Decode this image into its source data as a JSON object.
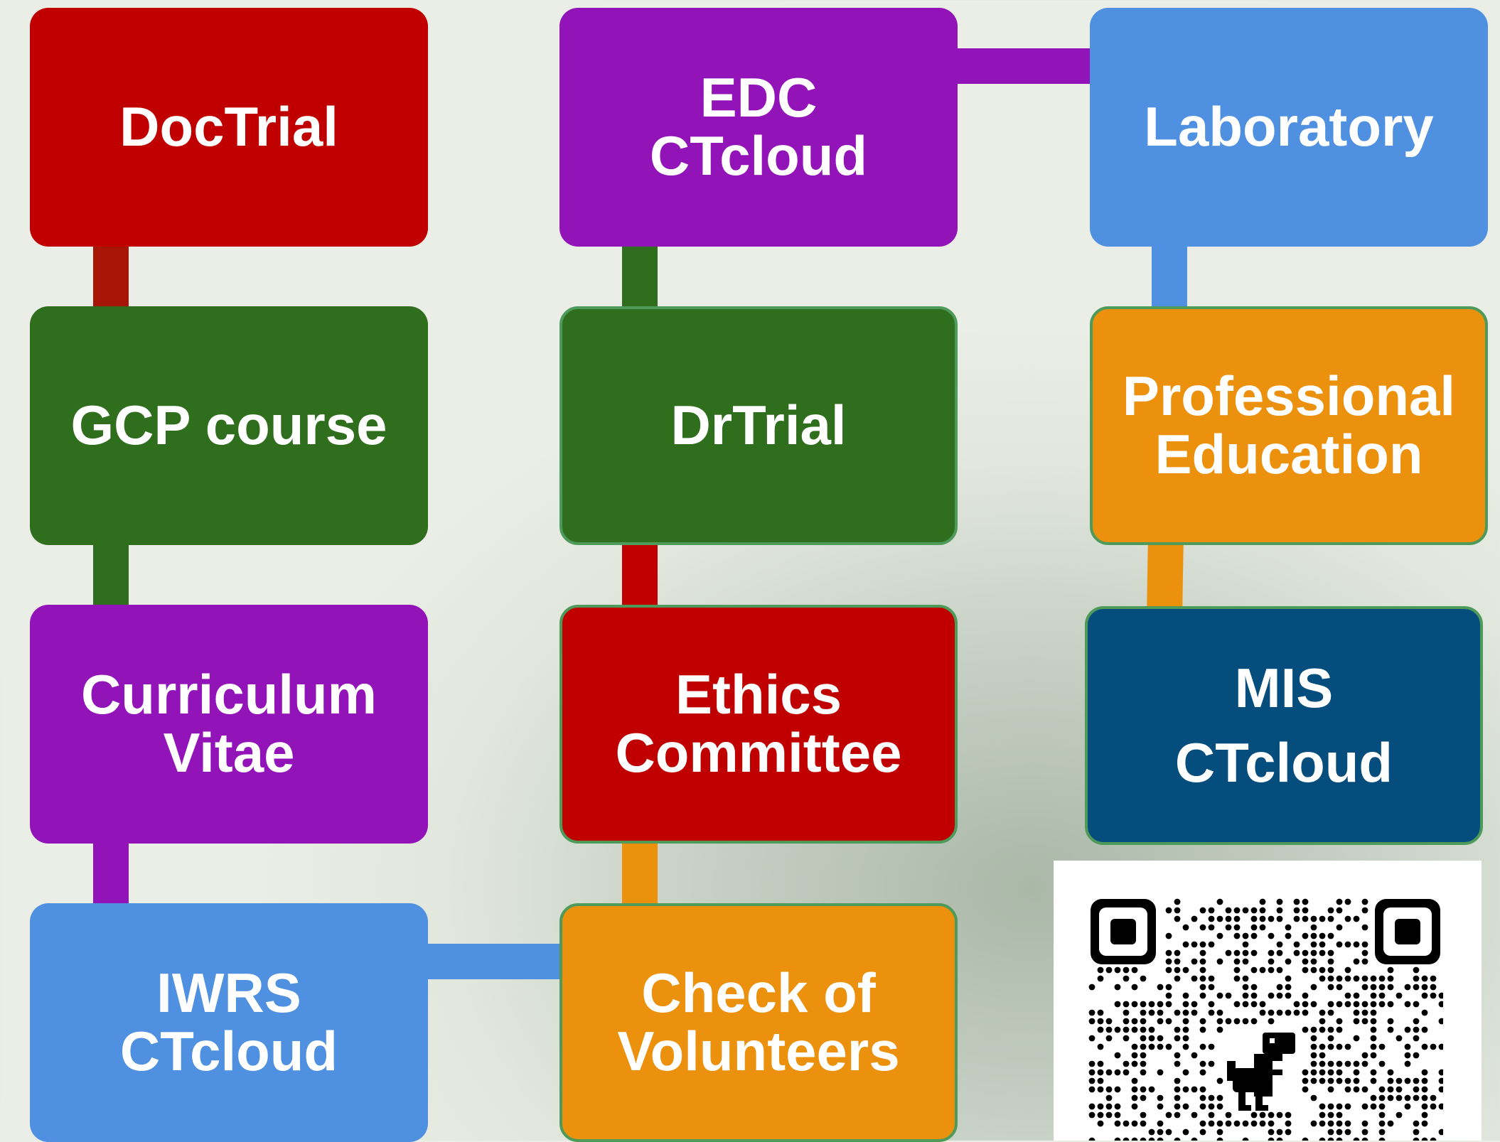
{
  "colors": {
    "red": "#c00000",
    "purple": "#9214b8",
    "green": "#2e6e1c",
    "blue": "#4f90e0",
    "orange": "#ec910e",
    "navy": "#044d7c",
    "dark_red_connector": "#a61505"
  },
  "boxes": {
    "doctrial": {
      "label": "DocTrial"
    },
    "edc": {
      "line1": "EDC",
      "line2": "CTcloud"
    },
    "laboratory": {
      "label": "Laboratory"
    },
    "gcp": {
      "label": "GCP course"
    },
    "drtrial": {
      "label": "DrTrial"
    },
    "professional": {
      "line1": "Professional",
      "line2": "Education"
    },
    "cv": {
      "line1": "Curriculum",
      "line2": "Vitae"
    },
    "ethics": {
      "line1": "Ethics",
      "line2": "Committee"
    },
    "mis": {
      "line1": "MIS",
      "line2": "CTcloud"
    },
    "iwrs": {
      "line1": "IWRS",
      "line2": "CTcloud"
    },
    "volunteers": {
      "line1": "Check of",
      "line2": "Volunteers"
    }
  },
  "qr": {
    "icon": "dinosaur-icon"
  }
}
